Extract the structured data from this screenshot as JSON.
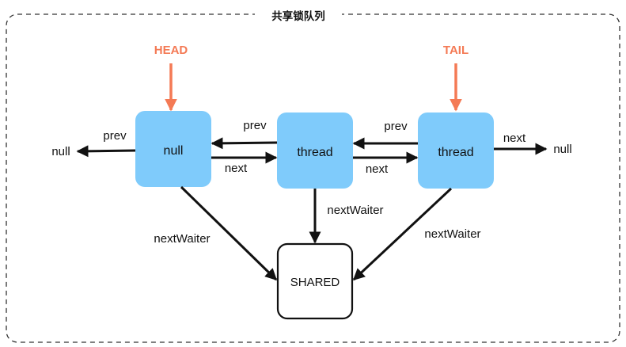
{
  "title": "共享锁队列",
  "pointers": {
    "head": "HEAD",
    "tail": "TAIL"
  },
  "nodes": {
    "first": "null",
    "middle": "thread",
    "last": "thread",
    "shared": "SHARED"
  },
  "edges": {
    "prev": "prev",
    "next": "next",
    "nextWaiter": "nextWaiter",
    "null": "null"
  },
  "colors": {
    "node_fill": "#7fcbfb",
    "pointer": "#f47a55",
    "line": "#111111",
    "border_dash": "#333333"
  }
}
